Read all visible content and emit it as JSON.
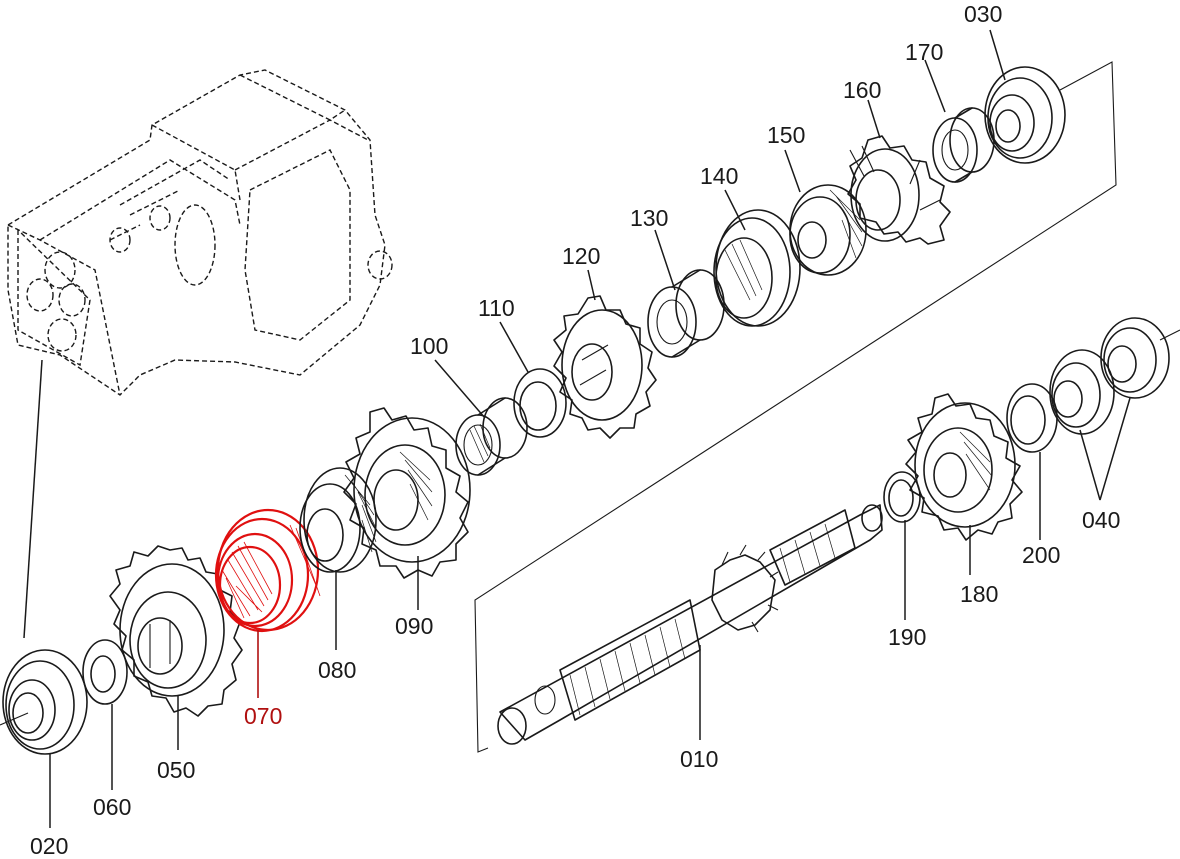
{
  "diagram": {
    "highlight_color": "#e01010",
    "highlight_label_color": "#b01010",
    "line_color": "#1a1a1a",
    "highlighted_part": "070",
    "callouts": {
      "p010": "010",
      "p020": "020",
      "p030": "030",
      "p040": "040",
      "p050": "050",
      "p060": "060",
      "p070": "070",
      "p080": "080",
      "p090": "090",
      "p100": "100",
      "p110": "110",
      "p120": "120",
      "p130": "130",
      "p140": "140",
      "p150": "150",
      "p160": "160",
      "p170": "170",
      "p180": "180",
      "p190": "190",
      "p200": "200"
    }
  }
}
